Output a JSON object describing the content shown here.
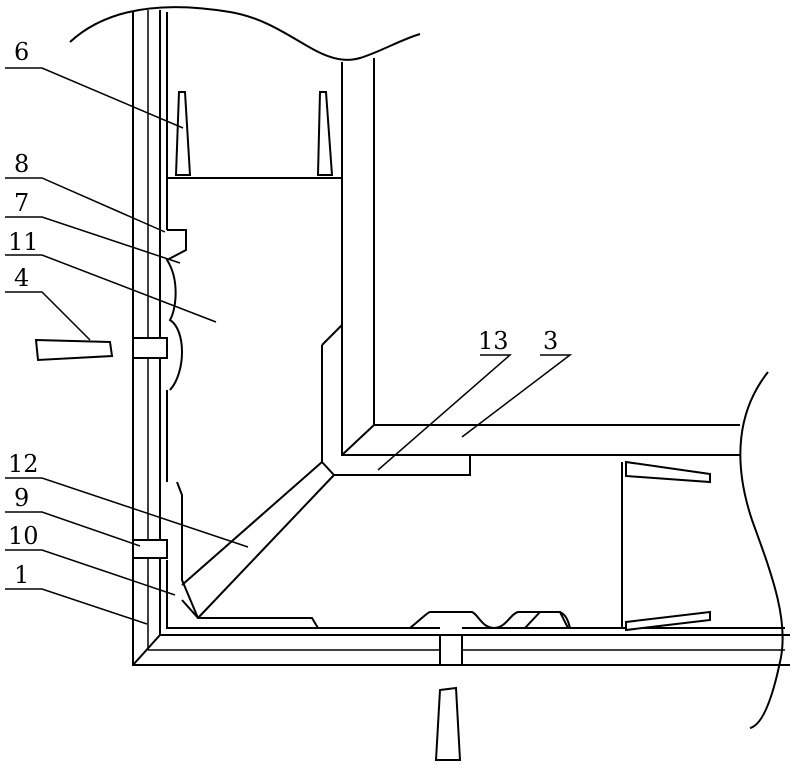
{
  "labels": {
    "l6": "6",
    "l8": "8",
    "l7": "7",
    "l11": "11",
    "l4": "4",
    "l13": "13",
    "l3": "3",
    "l12": "12",
    "l9": "9",
    "l10": "10",
    "l1": "1"
  }
}
